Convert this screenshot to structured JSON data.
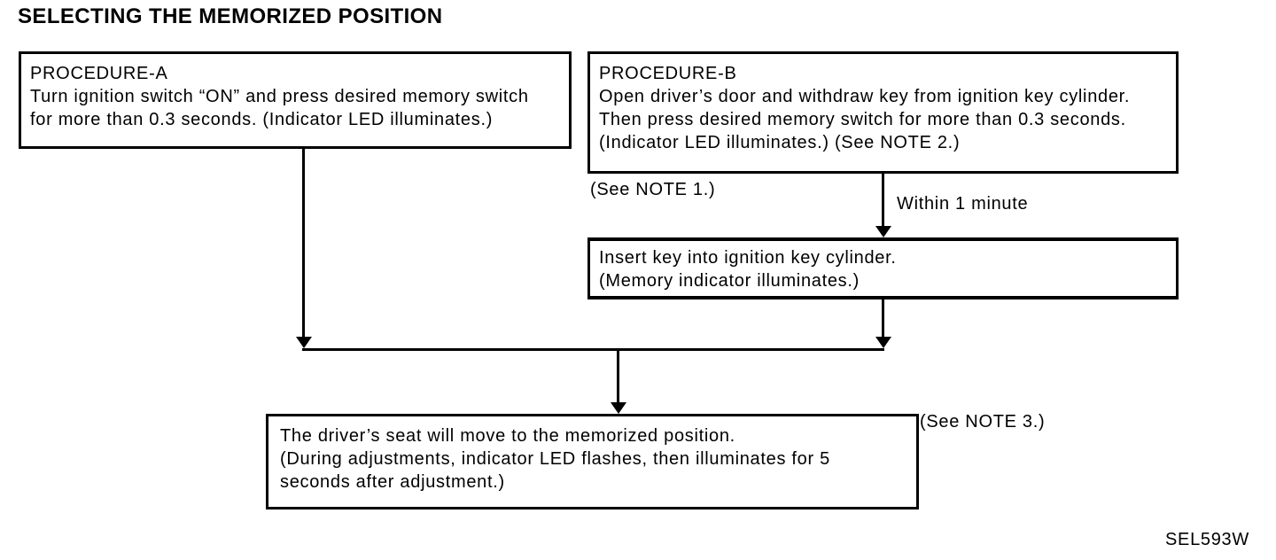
{
  "title": "SELECTING THE MEMORIZED POSITION",
  "figure_code": "SEL593W",
  "colors": {
    "ink": "#000000",
    "paper": "#ffffff"
  },
  "flowchart": {
    "procedure_a": {
      "lines": [
        "PROCEDURE-A",
        "Turn ignition switch “ON” and press desired memory switch",
        "for more than 0.3 seconds. (Indicator LED illuminates.)"
      ]
    },
    "procedure_b": {
      "lines": [
        "PROCEDURE-B",
        "Open driver’s door and withdraw key from ignition key cylinder.",
        "Then press desired memory switch for more than 0.3 seconds.",
        "(Indicator LED illuminates.) (See NOTE 2.)"
      ]
    },
    "note1_label": "(See NOTE 1.)",
    "within_label": "Within 1 minute",
    "insert_key": {
      "lines": [
        "Insert key into ignition key cylinder.",
        "(Memory indicator illuminates.)"
      ]
    },
    "result": {
      "lines": [
        "The driver’s seat will move to the memorized position.",
        "(During adjustments, indicator LED flashes, then illuminates for 5",
        "seconds after adjustment.)"
      ]
    },
    "note3_label": "(See NOTE 3.)"
  }
}
